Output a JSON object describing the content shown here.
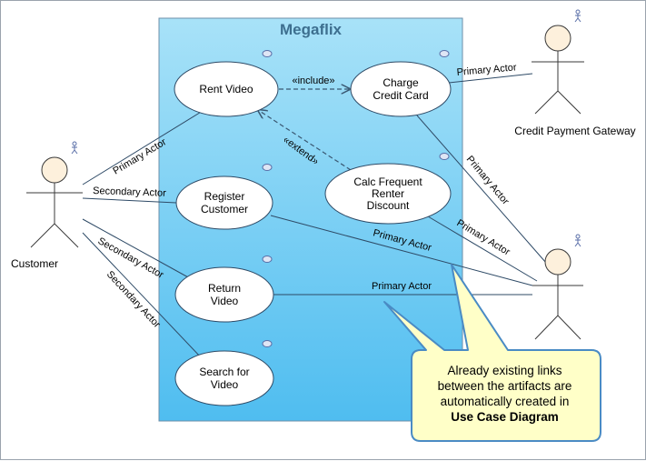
{
  "system": {
    "name": "Megaflix"
  },
  "use_cases": {
    "rent_video": [
      "Rent Video"
    ],
    "charge_credit_card": [
      "Charge",
      "Credit Card"
    ],
    "register_customer": [
      "Register",
      "Customer"
    ],
    "calc_frequent_renter_discount": [
      "Calc Frequent",
      "Renter",
      "Discount"
    ],
    "return_video": [
      "Return",
      "Video"
    ],
    "search_for_video": [
      "Search for",
      "Video"
    ]
  },
  "actors": {
    "customer": "Customer",
    "credit_payment_gateway": "Credit Payment Gateway",
    "clerk": ""
  },
  "relationships": {
    "include": "«include»",
    "extend": "«extend»",
    "customer_rent": "Primary Actor",
    "customer_register": "Secondary Actor",
    "customer_return": "Secondary Actor",
    "customer_search": "Secondary Actor",
    "gateway_charge": "Primary Actor",
    "clerk_charge": "Primary Actor",
    "clerk_calc": "Primary Actor",
    "clerk_register": "Primary Actor",
    "clerk_return": "Primary Actor"
  },
  "callout": {
    "lines": [
      "Already existing links",
      "between the artifacts are",
      "automatically created in"
    ],
    "emphasis": "Use Case Diagram"
  },
  "colors": {
    "system_fill_top": "#a8e2f8",
    "system_fill_bottom": "#4fbdf0",
    "use_case_fill": "#ffffff",
    "actor_head": "#fdf0dc",
    "callout_fill": "#ffffc8",
    "callout_border": "#4a8bc4"
  },
  "icons": [
    "actor-stereotype-icon",
    "use-case-stereotype-icon"
  ]
}
